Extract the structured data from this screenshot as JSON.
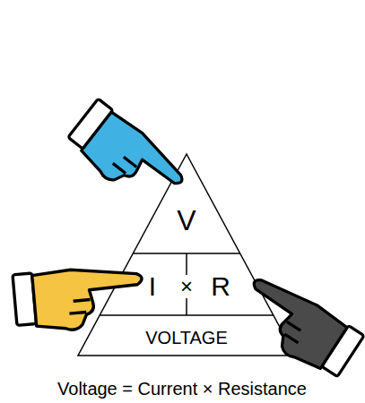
{
  "diagram": {
    "caption": "Voltage = Current × Resistance",
    "nodes": [
      {
        "text": [
          "V"
        ]
      },
      {
        "text": [
          "I"
        ]
      },
      {
        "text": [
          "R"
        ]
      },
      {
        "text": [
          "VOLTAGE"
        ]
      }
    ],
    "labels": [
      "×"
    ]
  }
}
